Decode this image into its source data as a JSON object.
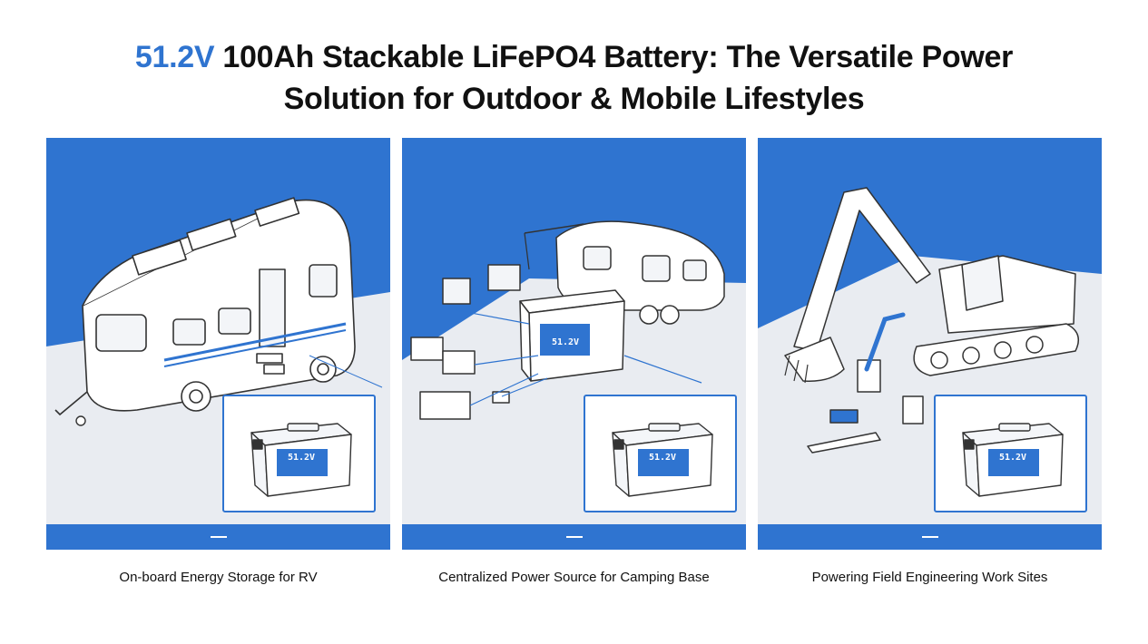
{
  "title": {
    "accent": "51.2V",
    "line1_rest": " 100Ah Stackable LiFePO4 Battery: The Versatile Power",
    "line2": "Solution for Outdoor & Mobile Lifestyles"
  },
  "panels": [
    {
      "caption": "On-board Energy Storage for RV",
      "battery_label": "51.2V",
      "badge_label": ""
    },
    {
      "caption": "Centralized Power Source for Camping Base",
      "battery_label": "51.2V",
      "badge_label": "51.2V"
    },
    {
      "caption": "Powering Field Engineering Work Sites",
      "battery_label": "51.2V",
      "badge_label": ""
    }
  ],
  "colors": {
    "accent": "#2f74d0",
    "ground": "#e9ecf1",
    "ink": "#333333"
  },
  "icons": [
    "rv-illustration",
    "campsite-illustration",
    "excavator-illustration",
    "battery-icon"
  ]
}
